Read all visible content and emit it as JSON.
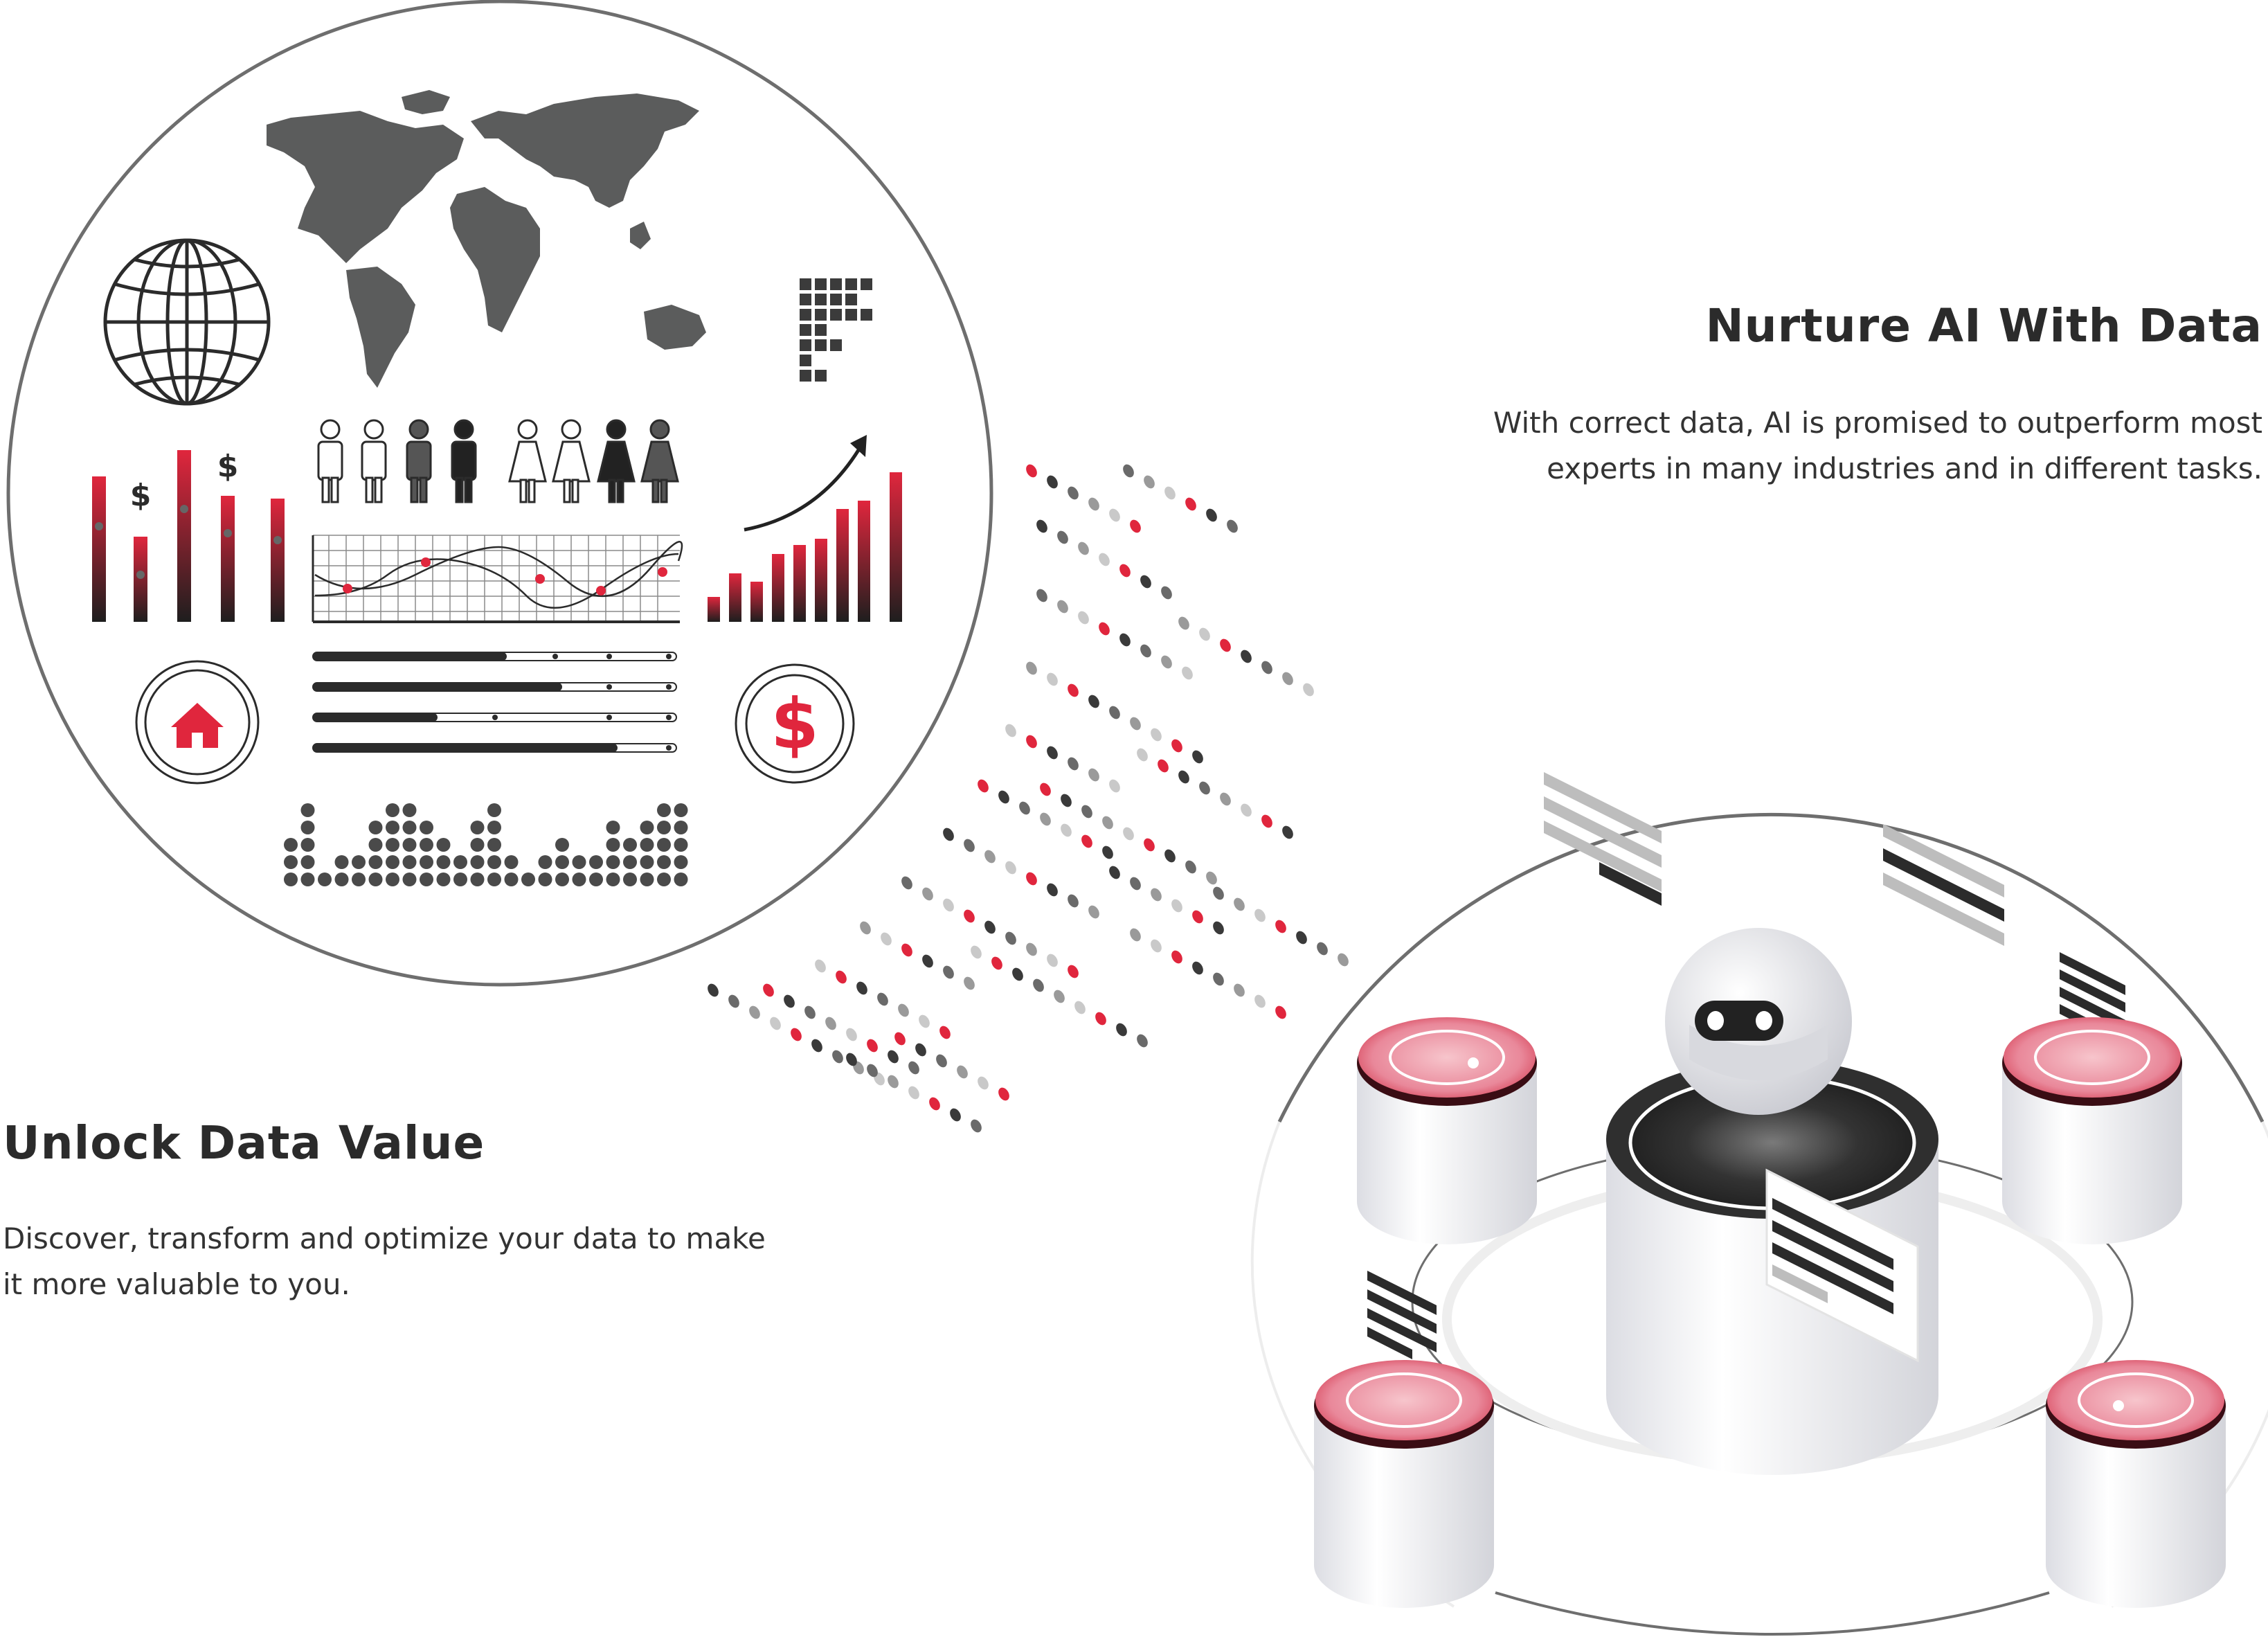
{
  "sections": {
    "nurture": {
      "title": "Nurture AI With Data",
      "description_line1": "With correct data, AI is promised to outperform most",
      "description_line2": "experts in many industries and in different tasks."
    },
    "unlock": {
      "title": "Unlock Data Value",
      "description_line1": "Discover, transform and optimize your data to make",
      "description_line2": "it more valuable to you."
    }
  },
  "infographic": {
    "currency_symbol_1": "$",
    "currency_symbol_2": "$",
    "icons": [
      "globe-icon",
      "world-map",
      "dollar-coin-icon",
      "home-icon",
      "people-icons",
      "trend-arrow-icon"
    ]
  },
  "colors": {
    "accent_red": "#e0263d",
    "dark": "#3a3a3a",
    "gray": "#5a5a5a",
    "light_gray": "#bdbdbd"
  }
}
